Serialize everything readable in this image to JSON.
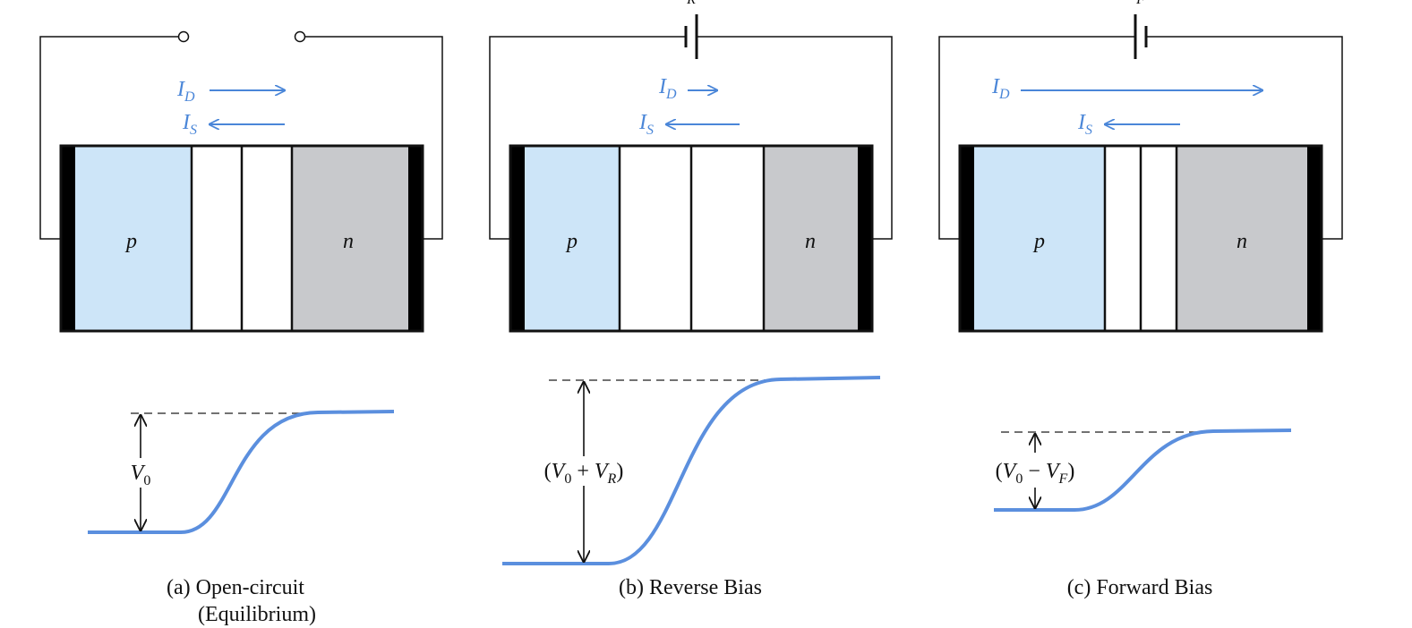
{
  "colors": {
    "p_region": "#cde5f8",
    "n_region": "#c8c9cc",
    "depletion": "#ffffff",
    "contact": "#000000",
    "current_arrow": "#4a86d8",
    "barrier_curve": "#5b8fde",
    "dashed_line": "#444444"
  },
  "regions": {
    "p_label": "p",
    "n_label": "n"
  },
  "currents": {
    "diffusion": {
      "main": "I",
      "sub": "D"
    },
    "drift": {
      "main": "I",
      "sub": "S"
    }
  },
  "panels": [
    {
      "id": "a",
      "caption_line1": "(a) Open-circuit",
      "caption_line2": "(Equilibrium)",
      "barrier_label": {
        "open": "",
        "v": "V",
        "v_sub": "0",
        "op": "",
        "v2": "",
        "v2_sub": "",
        "close": ""
      },
      "source_label": {
        "main": "",
        "sub": ""
      }
    },
    {
      "id": "b",
      "caption_line1": "(b) Reverse Bias",
      "caption_line2": "",
      "barrier_label": {
        "open": "(",
        "v": "V",
        "v_sub": "0",
        "op": " + ",
        "v2": "V",
        "v2_sub": "R",
        "close": ")"
      },
      "source_label": {
        "main": "",
        "sub": "R"
      }
    },
    {
      "id": "c",
      "caption_line1": "(c) Forward Bias",
      "caption_line2": "",
      "barrier_label": {
        "open": "(",
        "v": "V",
        "v_sub": "0",
        "op": " − ",
        "v2": "V",
        "v2_sub": "F",
        "close": ")"
      },
      "source_label": {
        "main": "",
        "sub": "F"
      }
    }
  ]
}
